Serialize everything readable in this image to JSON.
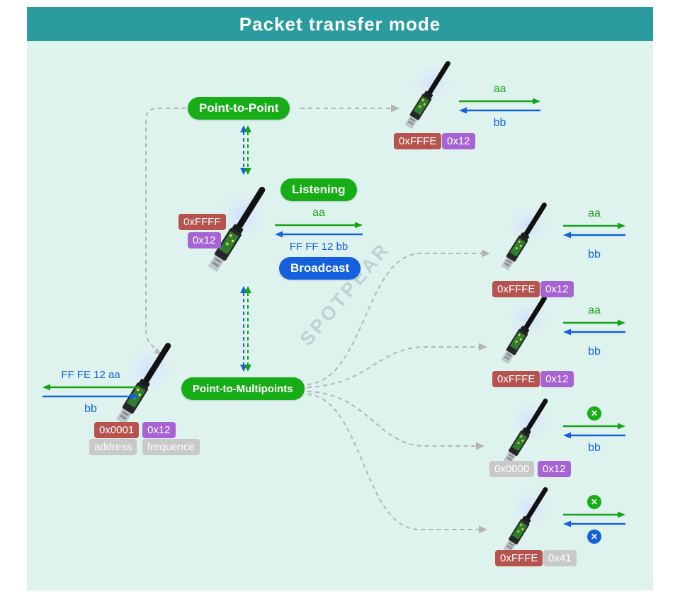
{
  "header": {
    "title": "Packet transfer mode"
  },
  "watermark": "SPOTPEAR",
  "modes": {
    "point_to_point": "Point-to-Point",
    "listening": "Listening",
    "broadcast": "Broadcast",
    "point_to_multipoints": "Point-to-Multipoints"
  },
  "icons": {
    "blocked": "✕"
  },
  "colors": {
    "header_teal": "#2a9b9e",
    "canvas_mint": "#def3ee",
    "mode_green": "#17ad17",
    "mode_blue": "#1561dd",
    "address_red": "#b6534f",
    "frequency_purple": "#a763d3",
    "caption_gray": "#c9c9c9",
    "arrow_green": "#16a316",
    "arrow_blue": "#1561dd",
    "dashed_gray": "#b4b4b4"
  },
  "devices": {
    "top_right": {
      "address": "0xFFFE",
      "frequency": "0x12",
      "tx": "aa",
      "rx": "bb"
    },
    "center": {
      "address": "0xFFFF",
      "frequency": "0x12",
      "tx": "aa",
      "rx_packet": "FF FF 12 bb"
    },
    "left": {
      "address": "0x0001",
      "frequency": "0x12",
      "address_caption": "address",
      "frequency_caption": "frequence",
      "tx_packet": "FF FE 12 aa",
      "rx": "bb"
    },
    "right_1": {
      "address": "0xFFFE",
      "frequency": "0x12",
      "tx": "aa",
      "rx": "bb"
    },
    "right_2": {
      "address": "0xFFFE",
      "frequency": "0x12",
      "tx": "aa",
      "rx": "bb"
    },
    "right_3": {
      "address": "0x0000",
      "frequency": "0x12",
      "rx": "bb"
    },
    "right_4": {
      "address": "0xFFFE",
      "frequency": "0x41"
    }
  }
}
